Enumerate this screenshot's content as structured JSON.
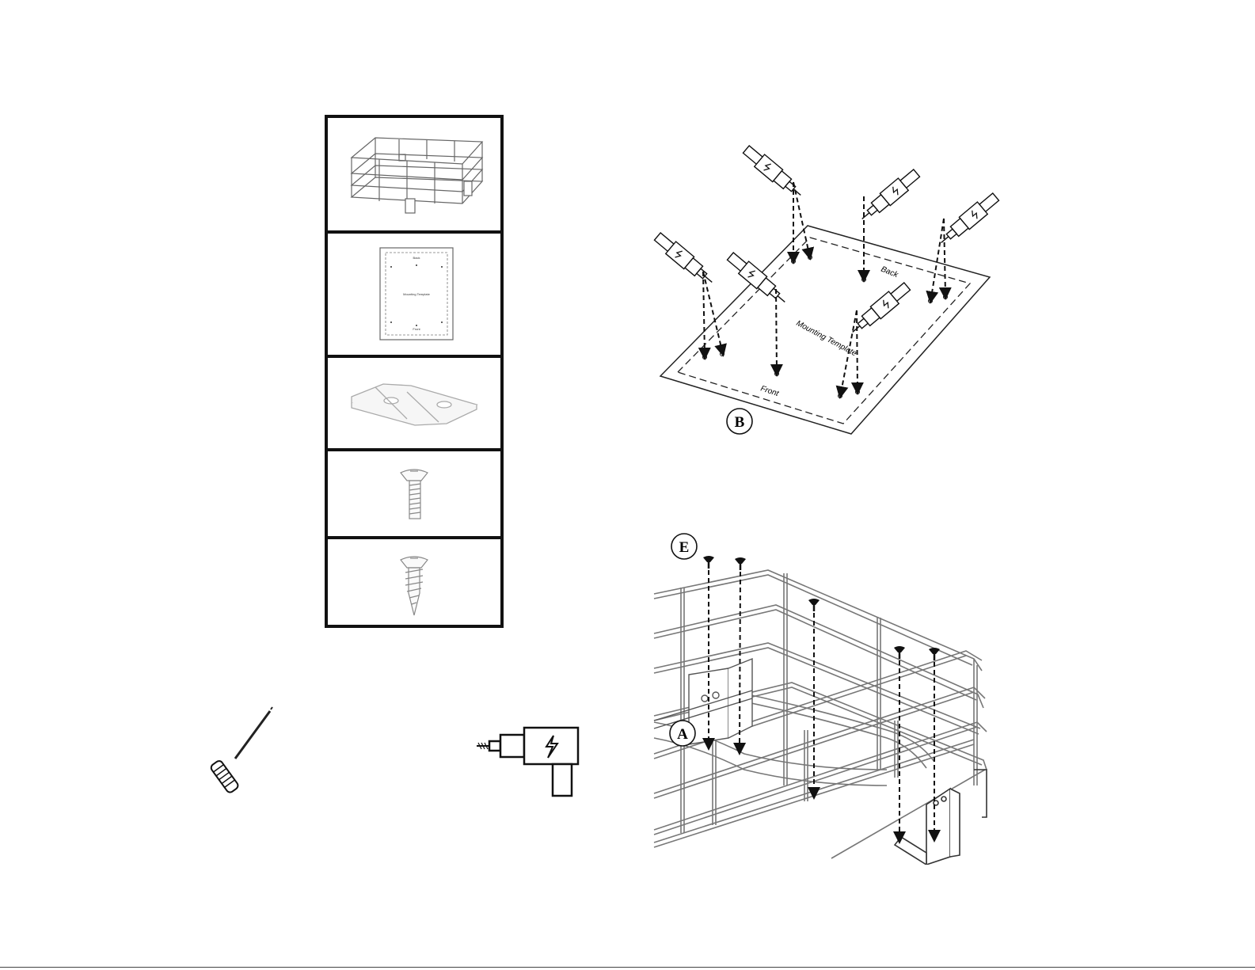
{
  "parts_panel": {
    "items": [
      {
        "name": "wire-basket",
        "icon": "wire-basket-icon"
      },
      {
        "name": "mounting-template",
        "icon": "mounting-template-icon",
        "template_back": "Back",
        "template_title": "Mounting Template",
        "template_front": "Front"
      },
      {
        "name": "slide-clip",
        "icon": "slide-clip-icon"
      },
      {
        "name": "machine-screw",
        "icon": "machine-screw-icon"
      },
      {
        "name": "wood-screw",
        "icon": "wood-screw-icon"
      }
    ]
  },
  "tools": [
    {
      "name": "screwdriver",
      "icon": "screwdriver-icon"
    },
    {
      "name": "power-drill",
      "icon": "power-drill-icon"
    }
  ],
  "diagram_b": {
    "callout": "B",
    "template_back": "Back",
    "template_title": "Mounting Template",
    "template_front": "Front",
    "drill_count": 6
  },
  "diagram_e": {
    "callout_e": "E",
    "callout_a": "A",
    "screw_count": 5
  },
  "colors": {
    "line": "#111111",
    "light_line": "#888888",
    "background": "#ffffff"
  }
}
